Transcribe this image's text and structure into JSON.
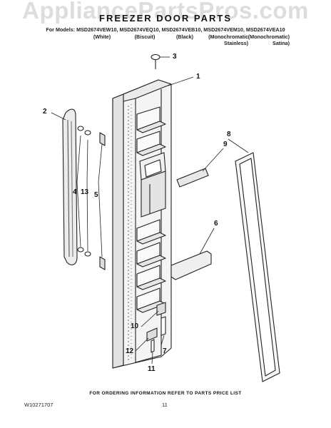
{
  "watermark": "AppliancePartsPros.com",
  "title": "FREEZER DOOR PARTS",
  "models_line": "For Models: MSD2674VEW10, MSD2674VEQ10, MSD2674VEB10, MSD2674VEM10, MSD2674VEA10",
  "variants": [
    {
      "line1": "(White)",
      "line2": ""
    },
    {
      "line1": "(Biscuit)",
      "line2": ""
    },
    {
      "line1": "(Black)",
      "line2": ""
    },
    {
      "line1": "(Monochromatic",
      "line2": "Stainless)"
    },
    {
      "line1": "(Monochromatic)",
      "line2": "Satina)"
    }
  ],
  "callouts": [
    "1",
    "2",
    "3",
    "4",
    "13",
    "5",
    "6",
    "7",
    "8",
    "9",
    "10",
    "11",
    "12"
  ],
  "footer_note": "FOR ORDERING INFORMATION REFER TO PARTS PRICE LIST",
  "doc_number": "W10271707",
  "page_number": "11"
}
